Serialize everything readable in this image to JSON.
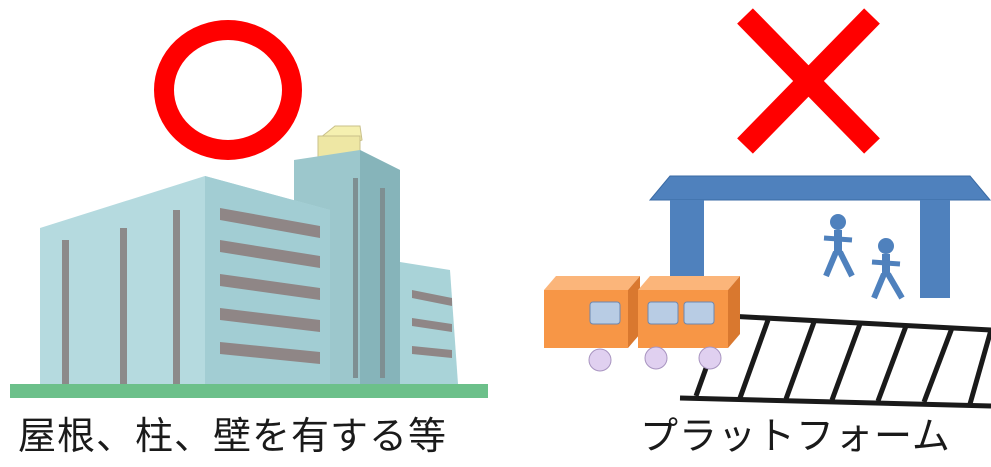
{
  "left": {
    "verdict_icon": "circle-mark",
    "illustration": "building",
    "caption": "屋根、柱、壁を有する等"
  },
  "right": {
    "verdict_icon": "cross-mark",
    "illustration": "train-platform",
    "caption": "プラットフォーム"
  },
  "colors": {
    "mark_red": "#ff0000",
    "building_face": "#a9d3d8",
    "building_side": "#9cc7cc",
    "ground_green": "#6cc08a",
    "platform_blue": "#4f81bd",
    "train_orange": "#f79646",
    "window_blue": "#b8cce4",
    "wheel_lavender": "#e0d0f0"
  }
}
